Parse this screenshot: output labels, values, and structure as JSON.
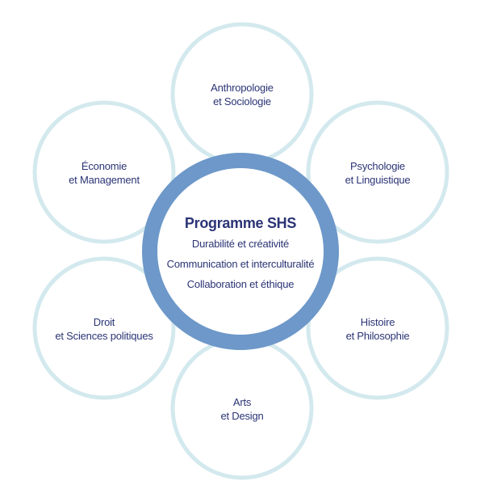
{
  "colors": {
    "satellite_ring": "#d3e9ee",
    "center_ring": "#6d98c9",
    "text": "#2b3475"
  },
  "center": {
    "title": "Programme SHS",
    "lines": [
      "Durabilité et créativité",
      "Communication et interculturalité",
      "Collaboration et éthique"
    ]
  },
  "disciplines": [
    {
      "line1": "Anthropologie",
      "line2": "et Sociologie"
    },
    {
      "line1": "Psychologie",
      "line2": "et Linguistique"
    },
    {
      "line1": "Histoire",
      "line2": "et Philosophie"
    },
    {
      "line1": "Arts",
      "line2": "et Design"
    },
    {
      "line1": "Droit",
      "line2": "et Sciences politiques"
    },
    {
      "line1": "Économie",
      "line2": "et Management"
    }
  ]
}
